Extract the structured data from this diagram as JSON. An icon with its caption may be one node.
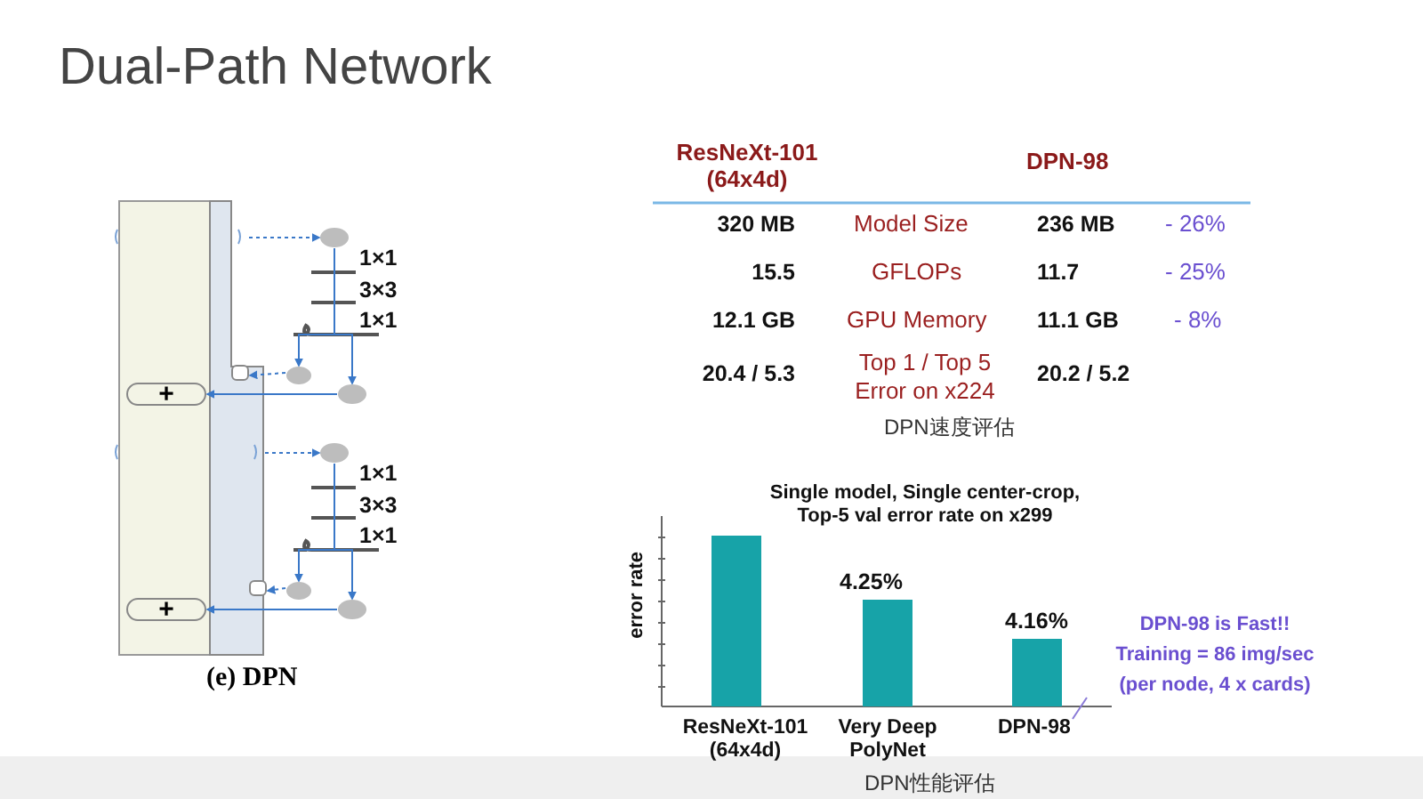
{
  "diagram": {
    "title": "Dual-Path Network",
    "nodes": [
      {
        "text": [
          "+"
        ]
      },
      {
        "text": [
          "+"
        ]
      },
      {
        "text": [],
        "shape": "circle"
      },
      {
        "text": [],
        "shape": "circle"
      },
      {
        "text": [],
        "shape": "circle"
      },
      {
        "text": [],
        "shape": "circle"
      },
      {
        "text": [],
        "shape": "circle"
      },
      {
        "text": [],
        "shape": "circle"
      },
      {
        "text": [],
        "shape": "box"
      },
      {
        "text": [],
        "shape": "box"
      }
    ],
    "edges": [
      {
        "from": null,
        "to": 2,
        "arrow": "to",
        "style": "dashed"
      },
      {
        "from": 2,
        "to": 3,
        "arrow": "to"
      },
      {
        "from": 2,
        "to": 4,
        "arrow": "to"
      },
      {
        "from": 4,
        "to": 0,
        "arrow": "to"
      },
      {
        "from": 3,
        "to": 8,
        "arrow": "to",
        "style": "dashed"
      },
      {
        "from": null,
        "to": 5,
        "arrow": "to",
        "style": "dashed"
      },
      {
        "from": 5,
        "to": 6,
        "arrow": "to"
      },
      {
        "from": 5,
        "to": 7,
        "arrow": "to"
      },
      {
        "from": 7,
        "to": 1,
        "arrow": "to"
      },
      {
        "from": 6,
        "to": 9,
        "arrow": "to",
        "style": "dashed"
      }
    ],
    "labels": [
      "(e) DPN",
      "1×1",
      "3×3",
      "1×1",
      "1×1",
      "3×3",
      "1×1",
      "ResNeXt-101 (64x4d)",
      "DPN-98",
      "320 MB",
      "Model Size",
      "236 MB",
      "- 26%",
      "15.5",
      "GFLOPs",
      "11.7",
      "- 25%",
      "12.1 GB",
      "GPU Memory",
      "11.1 GB",
      "- 8%",
      "20.4 / 5.3",
      "Top 1 / Top 5 Error on x224",
      "20.2 / 5.2",
      "DPN速度评估",
      "Single model, Single center-crop, Top-5 val error rate on x299",
      "error rate",
      "4.25%",
      "4.16%",
      "ResNeXt-101 (64x4d)",
      "Very Deep PolyNet",
      "DPN-98",
      "DPN性能评估",
      "DPN-98 is Fast!!",
      "Training = 86 img/sec",
      "(per node, 4 x cards)"
    ]
  }
}
